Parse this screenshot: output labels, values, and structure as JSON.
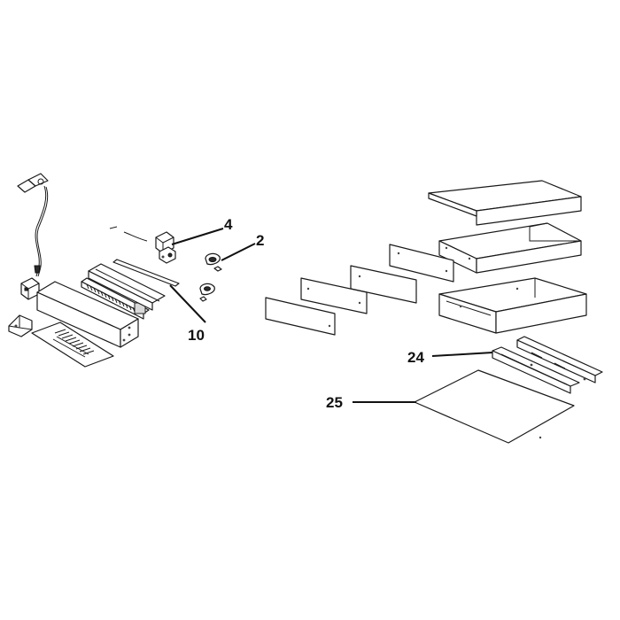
{
  "callouts": [
    {
      "id": "label-4",
      "text": "4"
    },
    {
      "id": "label-2",
      "text": "2"
    },
    {
      "id": "label-10",
      "text": "10"
    },
    {
      "id": "label-24",
      "text": "24"
    },
    {
      "id": "label-25",
      "text": "25"
    }
  ],
  "colors": {
    "line": "#1a1a1a",
    "background": "#ffffff",
    "shade": "#d9d9d9"
  }
}
